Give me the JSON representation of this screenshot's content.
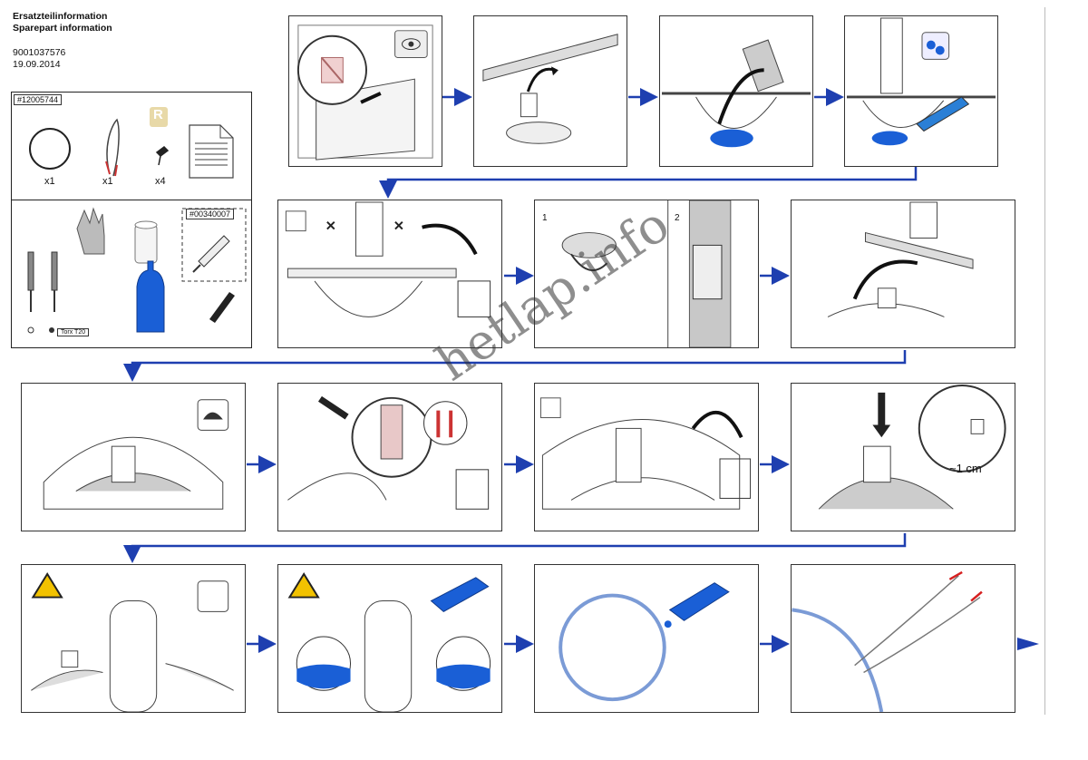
{
  "header": {
    "title_de": "Ersatzteilinformation",
    "title_en": "Sparepart information",
    "part_number": "9001037576",
    "date": "19.09.2014"
  },
  "kit": {
    "kit_id": "#12005744",
    "seal_qty": "x1",
    "wire_qty": "x1",
    "screw_qty": "x4",
    "reference_badge": "R",
    "tool_kit_id": "#00340007",
    "torx_label": "Torx T20"
  },
  "steps": {
    "label_one": "1",
    "label_two": "2",
    "gap_label": "~1 cm"
  },
  "watermark": "hetlap.info",
  "colors": {
    "accent": "#1e3fb0",
    "water": "#1a5fd6",
    "warning": "#f2c200",
    "wire_tip": "#d62020"
  }
}
